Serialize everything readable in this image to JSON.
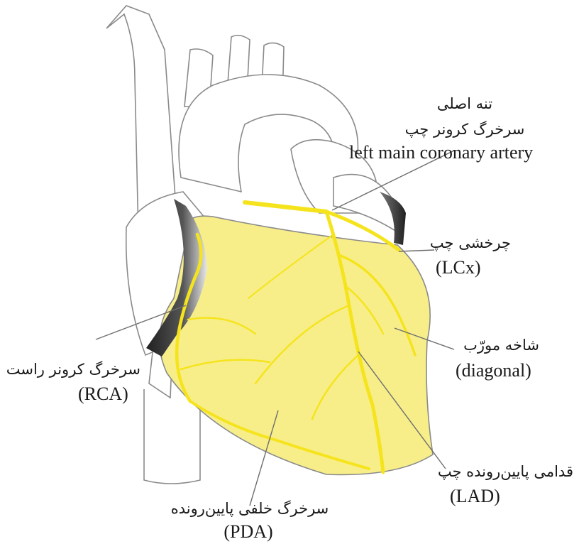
{
  "colors": {
    "heart_fill": "#f7ee8a",
    "artery": "#f5e41d",
    "outline": "#8a8a8a",
    "shadow": "#2e2e2e",
    "leader": "#6e6e6e",
    "text": "#1a1a1a"
  },
  "labels": {
    "left_main": {
      "fa_line1": "تنه اصلی",
      "fa_line2": "سرخرگ کرونر چپ",
      "en": "left main coronary artery"
    },
    "lcx": {
      "fa": "چرخشی چپ",
      "en": "(LCx)"
    },
    "diagonal": {
      "fa": "شاخه مورّب",
      "en": "(diagonal)"
    },
    "rca": {
      "fa": "سرخرگ کرونر راست",
      "en": "(RCA)"
    },
    "lad": {
      "fa": "قدامی پایین‌رونده چپ",
      "en": "(LAD)"
    },
    "pda": {
      "fa": "سرخرگ خلفی پایین‌رونده",
      "en": "(PDA)"
    }
  }
}
